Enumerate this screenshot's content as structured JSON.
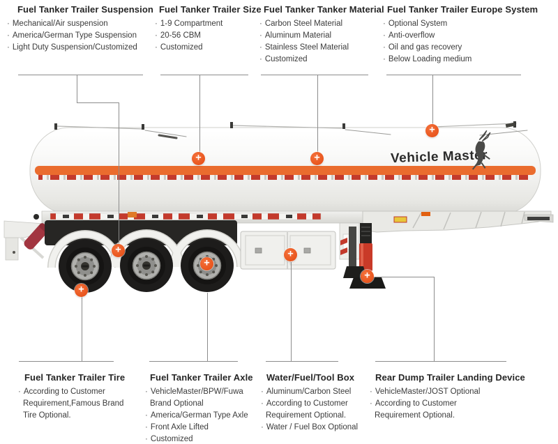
{
  "brand": {
    "logo_text": "Vehicle Master"
  },
  "markers": {
    "symbol": "+"
  },
  "colors": {
    "accent_orange": "#e8541c",
    "stripe_orange": "#ea6c2e",
    "reflective_red": "#c33a2c",
    "callout_line_gray": "#8c8c8c",
    "landing_gear_red": "#c93a28",
    "heading_text": "#262626",
    "body_text": "#3b3b3b"
  },
  "top_sections": [
    {
      "title": "Fuel Tanker Trailer Suspension",
      "items": [
        "Mechanical/Air suspension",
        "America/German Type Suspension",
        "Light Duty Suspension/Customized"
      ]
    },
    {
      "title": "Fuel Tanker Trailer Size",
      "items": [
        "1-9 Compartment",
        "20-56 CBM",
        "Customized"
      ]
    },
    {
      "title": "Fuel Tanker Tanker Material",
      "items": [
        "Carbon Steel Material",
        "Aluminum Material",
        "Stainless Steel Material",
        "Customized"
      ]
    },
    {
      "title": "Fuel Tanker Trailer  Europe System",
      "items": [
        "Optional System",
        "Anti-overflow",
        "Oil and gas recovery",
        "Below Loading medium"
      ]
    }
  ],
  "bottom_sections": [
    {
      "title": "Fuel Tanker Trailer Tire",
      "items": [
        "According to Customer Requirement,Famous Brand Tire Optional."
      ]
    },
    {
      "title": "Fuel Tanker Trailer Axle",
      "items": [
        "VehicleMaster/BPW/Fuwa Brand Optional",
        "America/German Type Axle",
        "Front Axle Lifted",
        "Customized"
      ]
    },
    {
      "title": "Water/Fuel/Tool Box",
      "items": [
        "Aluminum/Carbon Steel",
        "According to Customer Requirement Optional.",
        "Water / Fuel Box Optional"
      ]
    },
    {
      "title": "Rear Dump Trailer Landing Device",
      "items": [
        "VehicleMaster/JOST Optional",
        "According to Customer Requirement Optional."
      ]
    }
  ]
}
